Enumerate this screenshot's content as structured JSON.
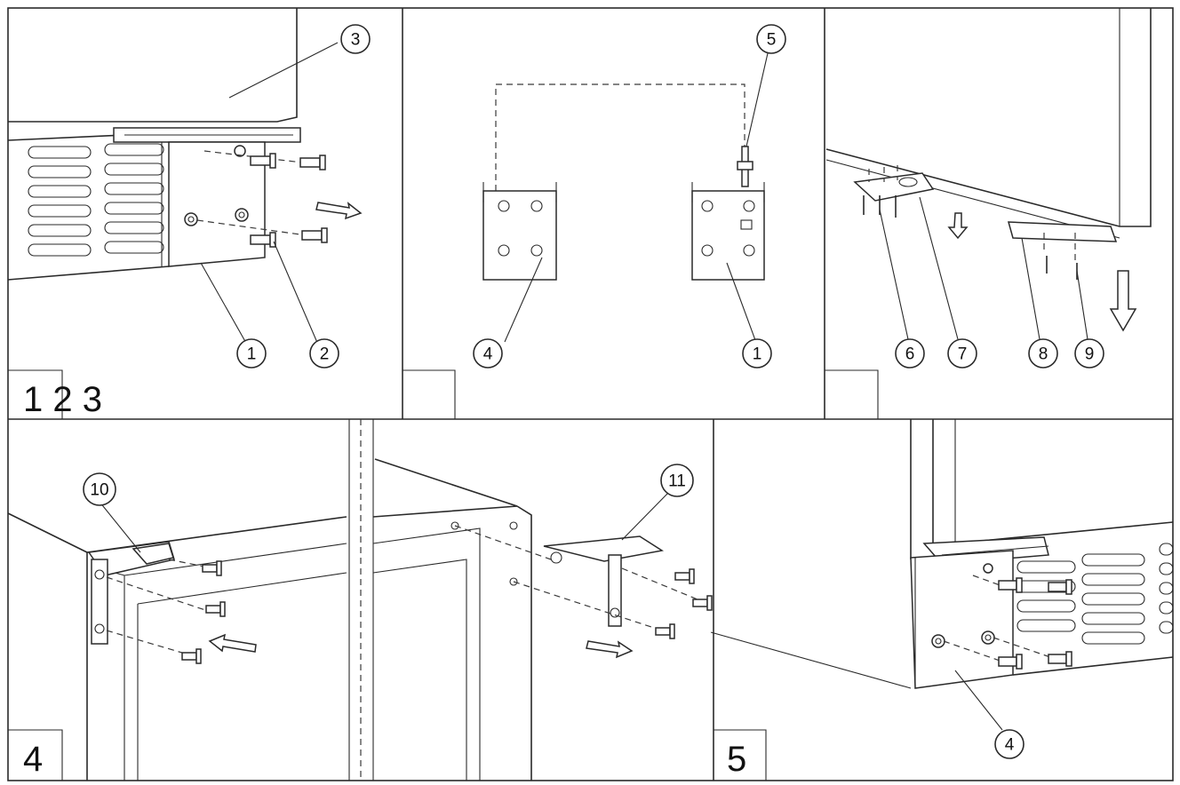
{
  "steps": {
    "step_a": "1 2 3",
    "step_b": "4",
    "step_c": "5"
  },
  "callouts": {
    "c1a": "1",
    "c2": "2",
    "c3": "3",
    "c4a": "4",
    "c1b": "1",
    "c5": "5",
    "c6": "6",
    "c7": "7",
    "c8": "8",
    "c9": "9",
    "c10": "10",
    "c11": "11",
    "c4b": "4"
  },
  "colors": {
    "line": "#2a2a2a",
    "background": "#ffffff"
  }
}
